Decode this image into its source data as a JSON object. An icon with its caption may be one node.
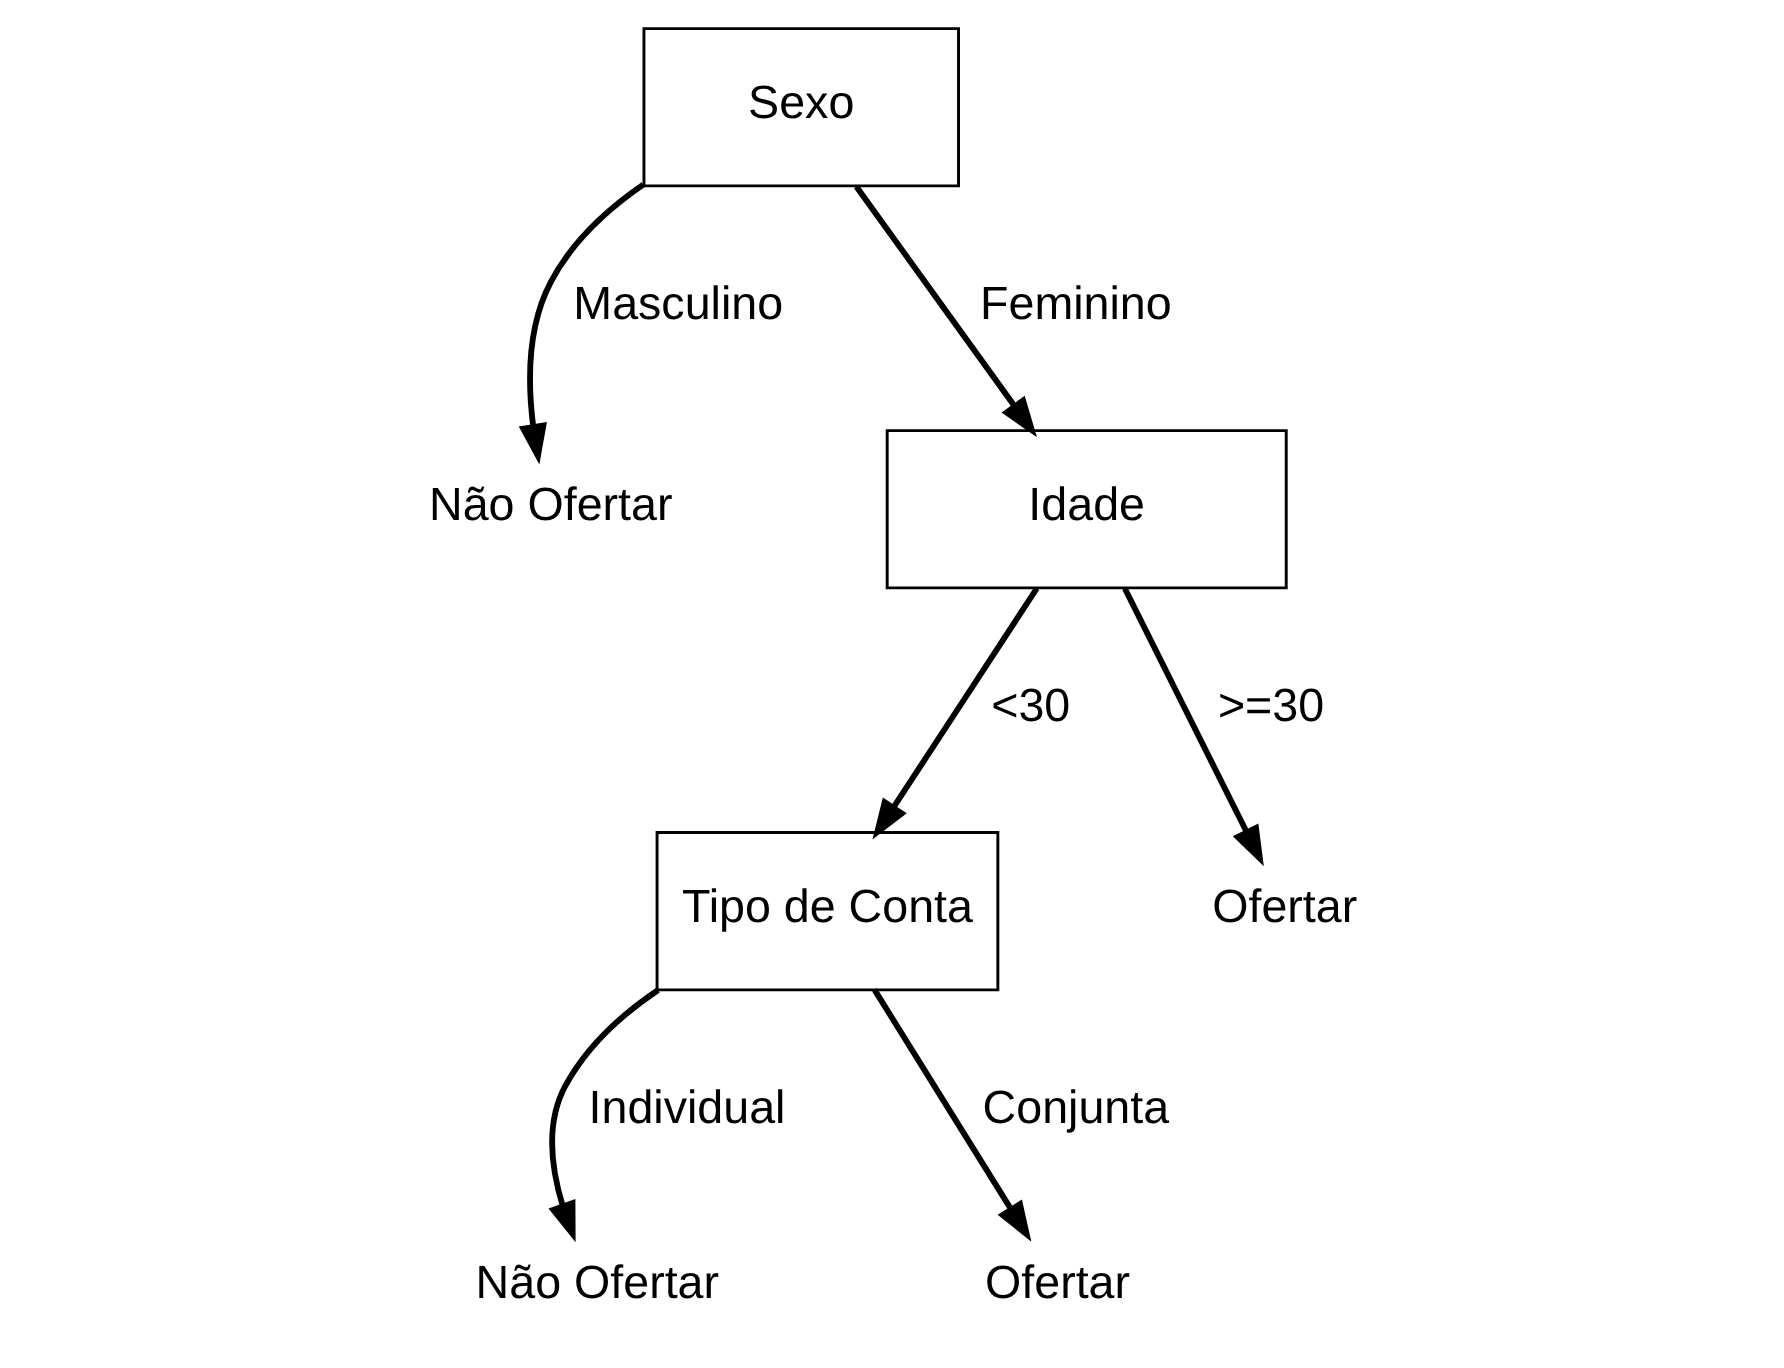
{
  "diagram": {
    "nodes": [
      {
        "text": [
          "Sexo"
        ]
      },
      {
        "text": [
          "Não Ofertar"
        ]
      },
      {
        "text": [
          "Idade"
        ]
      },
      {
        "text": [
          "Tipo de Conta"
        ]
      },
      {
        "text": [
          "Ofertar"
        ]
      },
      {
        "text": [
          "Não Ofertar"
        ]
      },
      {
        "text": [
          "Ofertar"
        ]
      }
    ],
    "edges": [
      {
        "from": 0,
        "to": 1,
        "arrow": "to",
        "label": "Masculino"
      },
      {
        "from": 0,
        "to": 2,
        "arrow": "to",
        "label": "Feminino"
      },
      {
        "from": 2,
        "to": 3,
        "arrow": "to",
        "label": "<30"
      },
      {
        "from": 2,
        "to": 4,
        "arrow": "to",
        "label": ">=30"
      },
      {
        "from": 3,
        "to": 5,
        "arrow": "to",
        "label": "Individual"
      },
      {
        "from": 3,
        "to": 6,
        "arrow": "to",
        "label": "Conjunta"
      }
    ]
  }
}
